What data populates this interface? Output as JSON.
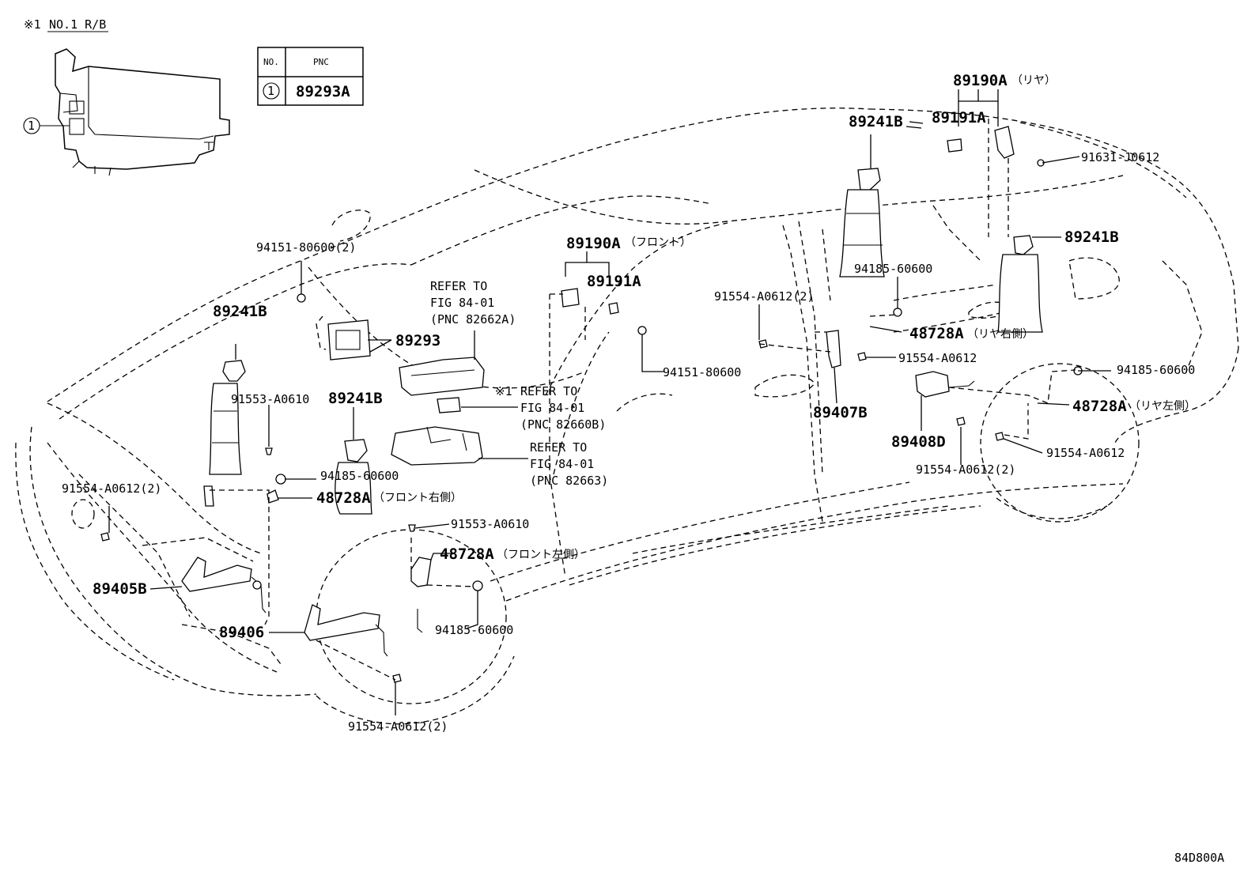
{
  "note": {
    "mark": "※1",
    "text": "NO.1 R/B"
  },
  "table": {
    "header_no": "NO.",
    "header_pnc": "PNC",
    "row_no": "1",
    "row_pnc": "89293A"
  },
  "inset_callout": "1",
  "labels": {
    "p89190A_front": "89190A",
    "p89190A_front_suffix": "（フロント）",
    "p89190A_rear": "89190A",
    "p89190A_rear_suffix": "（リヤ）",
    "p89191A_front": "89191A",
    "p89191A_rear": "89191A",
    "p89241B_top": "89241B",
    "p89241B_right": "89241B",
    "p89241B_left": "89241B",
    "p89241B_center": "89241B",
    "p91631": "91631-J0612",
    "p94151_2": "94151-80600(2)",
    "p94151": "94151-80600",
    "p89293": "89293",
    "refer1_l1": "REFER TO",
    "refer1_l2": "FIG 84-01",
    "refer1_l3": "(PNC 82662A)",
    "refer2_mark": "※1",
    "refer2_l1": "REFER TO",
    "refer2_l2": "FIG 84-01",
    "refer2_l3": "(PNC 82660B)",
    "refer3_l1": "REFER TO",
    "refer3_l2": "FIG 84-01",
    "refer3_l3": "(PNC 82663)",
    "p94185_right": "94185-60600",
    "p94185_rear": "94185-60600",
    "p94185_front": "94185-60600",
    "p94185_wheel": "94185-60600",
    "p91554_2_mid": "91554-A0612(2)",
    "p91554_right": "91554-A0612",
    "p91554_rear": "91554-A0612",
    "p91554_2_rear": "91554-A0612(2)",
    "p91554_2_left": "91554-A0612(2)",
    "p91554_2_bottom": "91554-A0612(2)",
    "p48728A_rr": "48728A",
    "p48728A_rr_suffix": "（リヤ右側）",
    "p48728A_rl": "48728A",
    "p48728A_rl_suffix": "（リヤ左側）",
    "p48728A_fr": "48728A",
    "p48728A_fr_suffix": "（フロント右側）",
    "p48728A_fl": "48728A",
    "p48728A_fl_suffix": "（フロント左側）",
    "p89407B": "89407B",
    "p89408D": "89408D",
    "p91553_left": "91553-A0610",
    "p91553_center": "91553-A0610",
    "p89405B": "89405B",
    "p89406": "89406",
    "figure_code": "84D800A"
  }
}
